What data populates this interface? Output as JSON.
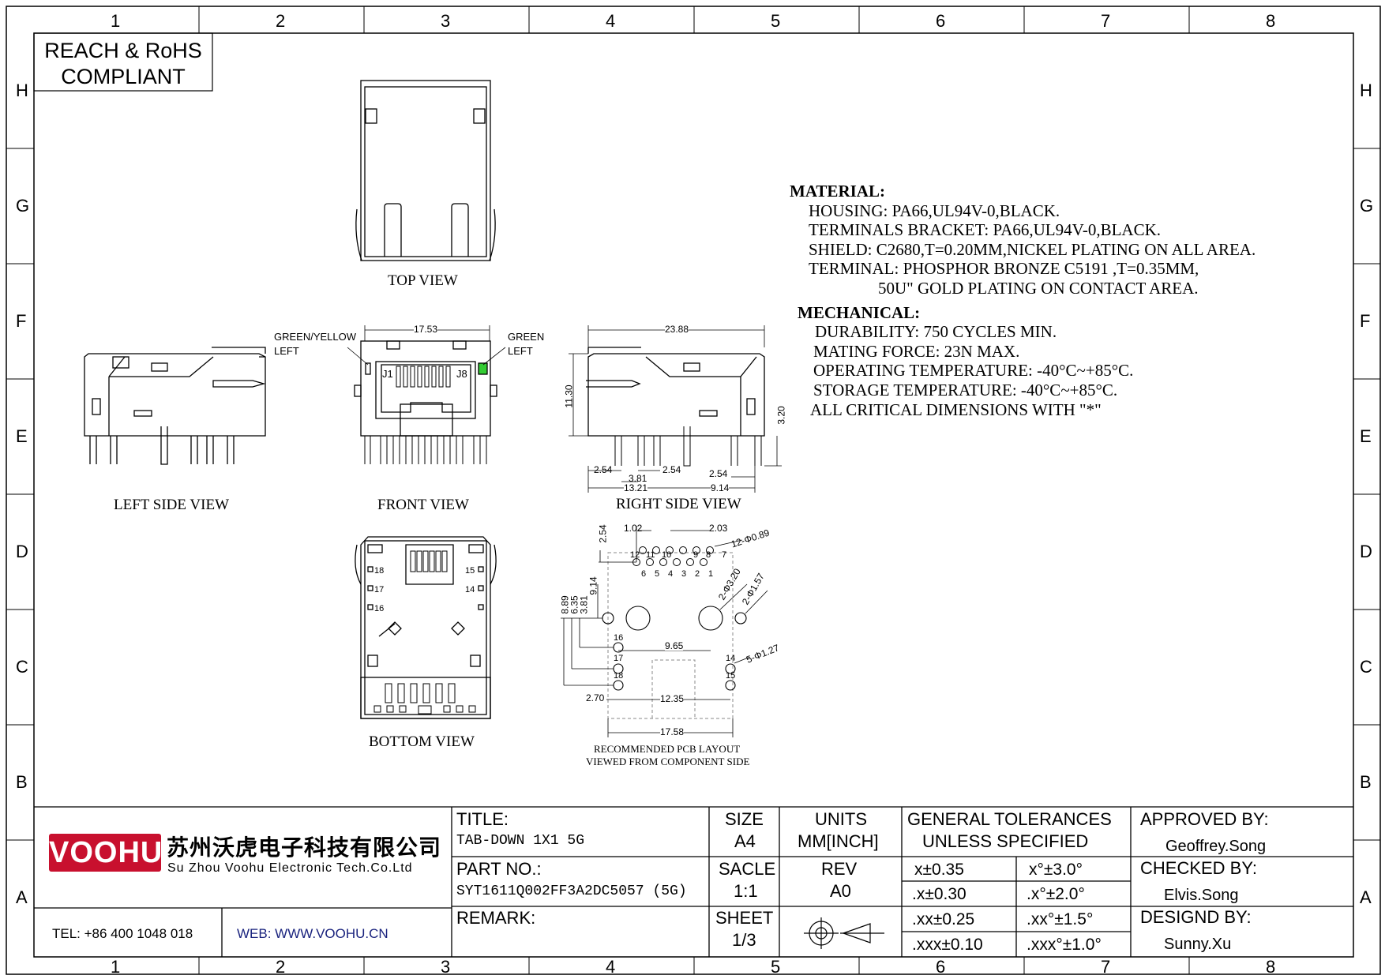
{
  "border": {
    "columns": [
      "1",
      "2",
      "3",
      "4",
      "5",
      "6",
      "7",
      "8"
    ],
    "rows": [
      "H",
      "G",
      "F",
      "E",
      "D",
      "C",
      "B",
      "A"
    ]
  },
  "compliance": "REACH & RoHS COMPLIANT",
  "views": {
    "top": "TOP VIEW",
    "left_side": "LEFT SIDE VIEW",
    "front": "FRONT VIEW",
    "right_side": "RIGHT SIDE VIEW",
    "bottom": "BOTTOM VIEW",
    "pcb_line1": "RECOMMENDED PCB LAYOUT",
    "pcb_line2": "VIEWED FROM COMPONENT SIDE"
  },
  "callouts": {
    "green_yellow": "GREEN/YELLOW",
    "green_yellow_left": "LEFT",
    "green": "GREEN",
    "green_left": "LEFT",
    "j1": "J1",
    "j8": "J8"
  },
  "dimensions": {
    "front_width": "17.53",
    "right_width": "23.88",
    "right_height": "11.30",
    "right_pin_height": "3.20",
    "d254a": "2.54",
    "d254b": "2.54",
    "d254c": "2.54",
    "d381": "3.81",
    "d1321": "13.21",
    "d914": "9.14",
    "pcb_102": "1.02",
    "pcb_203": "2.03",
    "pcb_254": "2.54",
    "pcb_914": "9.14",
    "pcb_889": "8.89",
    "pcb_635": "6.35",
    "pcb_381": "3.81",
    "pcb_965": "9.65",
    "pcb_270": "2.70",
    "pcb_1235": "12.35",
    "pcb_1758": "17.58",
    "hole_089": "12-Φ0.89",
    "hole_320": "2-Φ3.20",
    "hole_157": "2-Φ1.57",
    "hole_127": "5-Φ1.27"
  },
  "pins": {
    "top_row": [
      "12",
      "11",
      "10",
      "9",
      "8",
      "7"
    ],
    "bottom_row": [
      "6",
      "5",
      "4",
      "3",
      "2",
      "1"
    ],
    "led_left": [
      "16",
      "17",
      "18"
    ],
    "led_right": [
      "14",
      "15"
    ],
    "bottom_view_left": [
      "18",
      "17",
      "16"
    ],
    "bottom_view_right": [
      "15",
      "14"
    ]
  },
  "materials": {
    "heading": "MATERIAL:",
    "lines": [
      "HOUSING: PA66,UL94V-0,BLACK.",
      "TERMINALS BRACKET: PA66,UL94V-0,BLACK.",
      "SHIELD: C2680,T=0.20MM,NICKEL PLATING ON ALL AREA.",
      "TERMINAL: PHOSPHOR BRONZE C5191 ,T=0.35MM,",
      "50U\" GOLD PLATING ON CONTACT AREA."
    ]
  },
  "mechanical": {
    "heading": "MECHANICAL:",
    "lines": [
      "DURABILITY: 750 CYCLES MIN.",
      "MATING FORCE: 23N MAX.",
      "OPERATING TEMPERATURE: -40°C~+85°C.",
      "STORAGE TEMPERATURE: -40°C~+85°C.",
      "ALL CRITICAL DIMENSIONS WITH \"*\""
    ]
  },
  "titleblock": {
    "logo": "VOOHU",
    "company_cn": "苏州沃虎电子科技有限公司",
    "company_en": "Su Zhou Voohu Electronic Tech.Co.Ltd",
    "tel": "TEL: +86 400 1048 018",
    "web": "WEB: WWW.VOOHU.CN",
    "title_label": "TITLE:",
    "title_value": "TAB-DOWN 1X1 5G",
    "part_label": "PART NO.:",
    "part_value": "SYT1611Q002FF3A2DC5057 (5G)",
    "remark_label": "REMARK:",
    "size_label": "SIZE",
    "size_value": "A4",
    "units_label": "UNITS",
    "units_value": "MM[INCH]",
    "scale_label": "SACLE",
    "scale_value": "1:1",
    "rev_label": "REV",
    "rev_value": "A0",
    "sheet_label": "SHEET",
    "sheet_value": "1/3",
    "tol_title1": "GENERAL TOLERANCES",
    "tol_title2": "UNLESS SPECIFIED",
    "tol": [
      "x±0.35",
      "x°±3.0°",
      ".x±0.30",
      ".x°±2.0°",
      ".xx±0.25",
      ".xx°±1.5°",
      ".xxx±0.10",
      ".xxx°±1.0°"
    ],
    "approved_label": "APPROVED BY:",
    "approved_value": "Geoffrey.Song",
    "checked_label": "CHECKED BY:",
    "checked_value": "Elvis.Song",
    "designed_label": "DESIGND BY:",
    "designed_value": "Sunny.Xu"
  },
  "colors": {
    "logo_red": "#c8102e",
    "led_green": "#33cc33",
    "web_blue": "#1a237e"
  }
}
